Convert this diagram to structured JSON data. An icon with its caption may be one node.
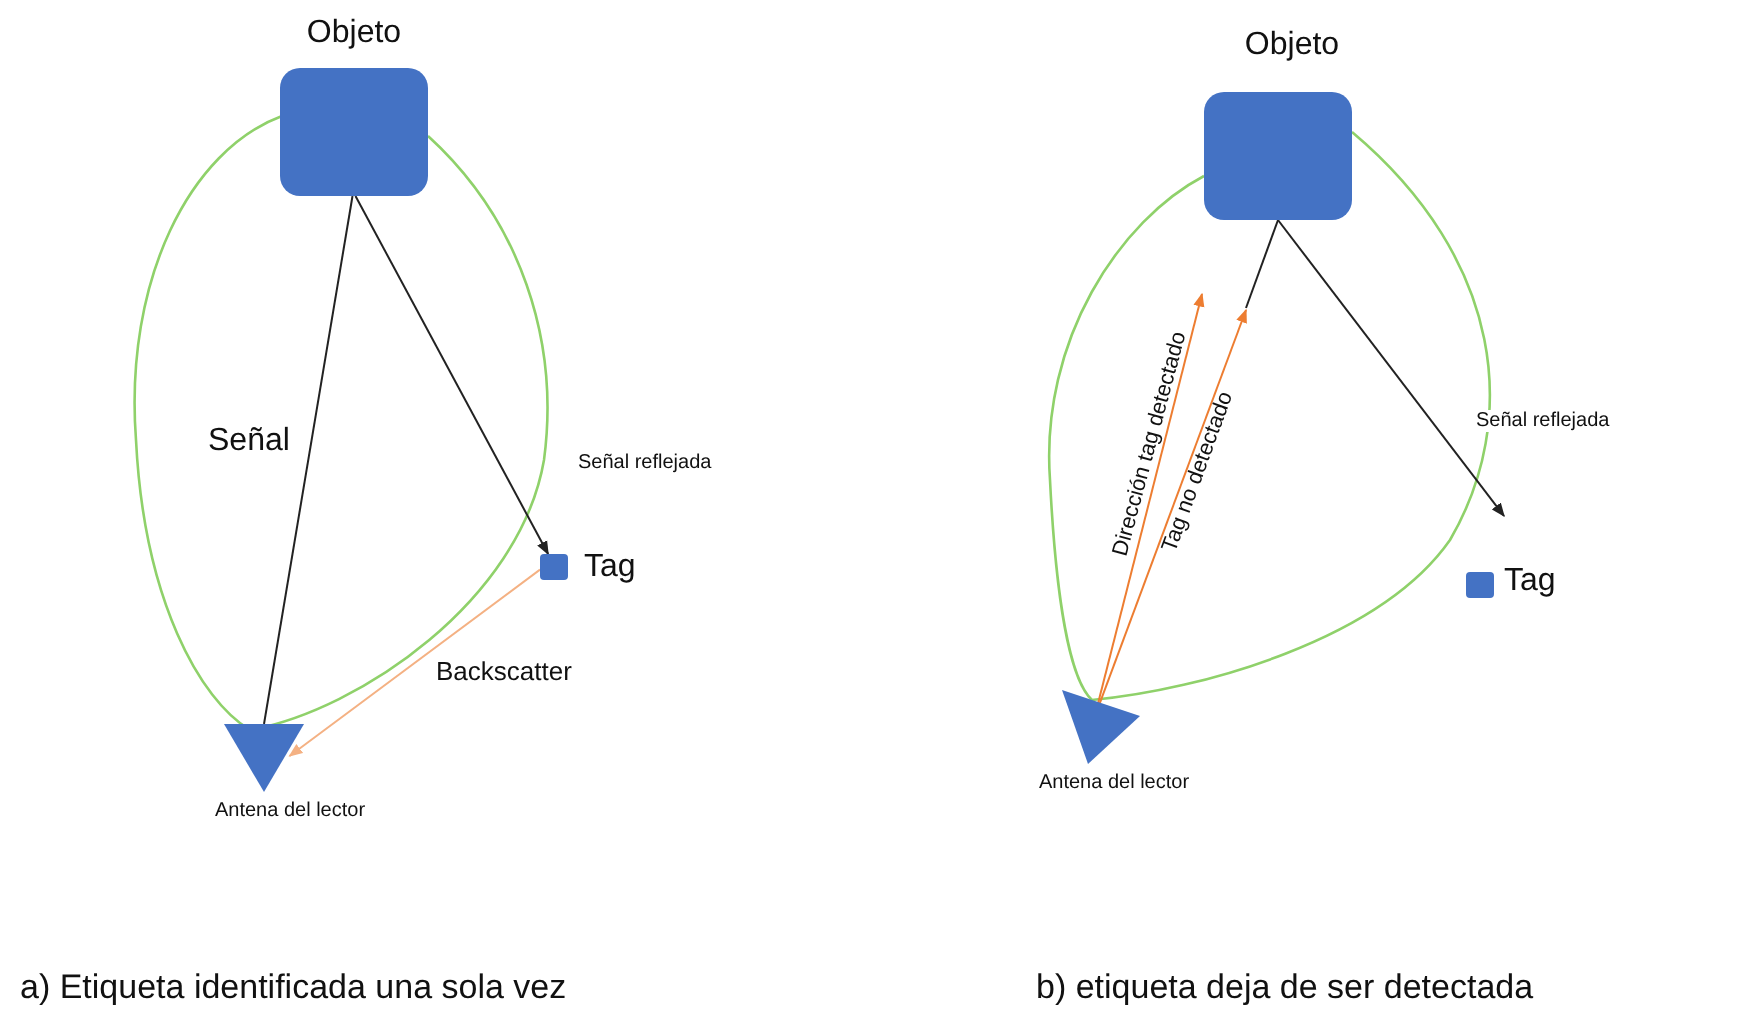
{
  "diagram": {
    "nodes": [
      {
        "text": [
          "Objeto"
        ]
      },
      {
        "text": [
          "Tag"
        ]
      },
      {
        "text": [
          "Antena del lector"
        ]
      },
      {
        "text": [
          "Objeto"
        ]
      },
      {
        "text": [
          "Tag"
        ]
      },
      {
        "text": [
          "Antena del lector"
        ]
      }
    ],
    "edges": [
      {
        "from": 0,
        "to": 2,
        "arrow": "none",
        "label": "Señal"
      },
      {
        "from": 0,
        "to": 1,
        "arrow": "to",
        "label": "Señal reflejada"
      },
      {
        "from": 1,
        "to": 2,
        "arrow": "to",
        "label": "Backscatter",
        "color": "#f4b183"
      },
      {
        "from": 5,
        "to": null,
        "arrow": "to",
        "label": "Dirección tag detectado",
        "color": "#ed7d31"
      },
      {
        "from": 5,
        "to": null,
        "arrow": "to",
        "label": "Tag no detectado",
        "color": "#ed7d31"
      },
      {
        "from": 3,
        "to": null,
        "arrow": "none"
      },
      {
        "from": 3,
        "to": null,
        "arrow": "to",
        "label": "Señal reflejada"
      }
    ],
    "labels": [
      "a) Etiqueta identificada una sola vez",
      "b) etiqueta deja de ser detectada"
    ]
  }
}
